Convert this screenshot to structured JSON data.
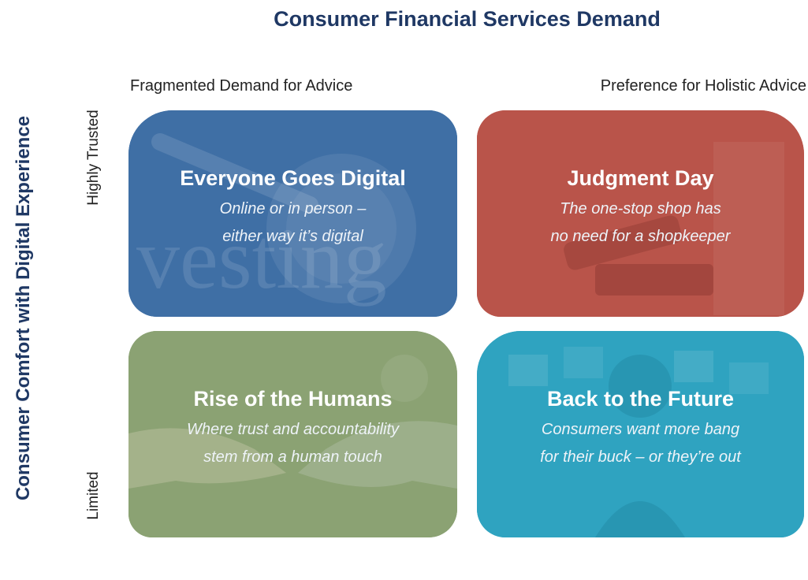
{
  "title": "Consumer Financial Services Demand",
  "y_axis_title": "Consumer Comfort with Digital Experience",
  "y_levels": {
    "top": "Highly Trusted",
    "bottom": "Limited"
  },
  "x_levels": {
    "left": "Fragmented Demand for Advice",
    "right": "Preference for Holistic Advice"
  },
  "quadrants": {
    "top_left": {
      "name": "Everyone Goes Digital",
      "line1": "Online or in person –",
      "line2": "either way it’s digital",
      "color": "#3f6fa5"
    },
    "top_right": {
      "name": "Judgment Day",
      "line1": "The one-stop shop has",
      "line2": "no need for a shopkeeper",
      "color": "#b9544a"
    },
    "bottom_left": {
      "name": "Rise of the Humans",
      "line1": "Where trust and accountability",
      "line2": "stem from a human touch",
      "color": "#8ba273"
    },
    "bottom_right": {
      "name": "Back to the Future",
      "line1": "Consumers want more bang",
      "line2": "for their buck – or they’re out",
      "color": "#2fa3c0"
    }
  }
}
